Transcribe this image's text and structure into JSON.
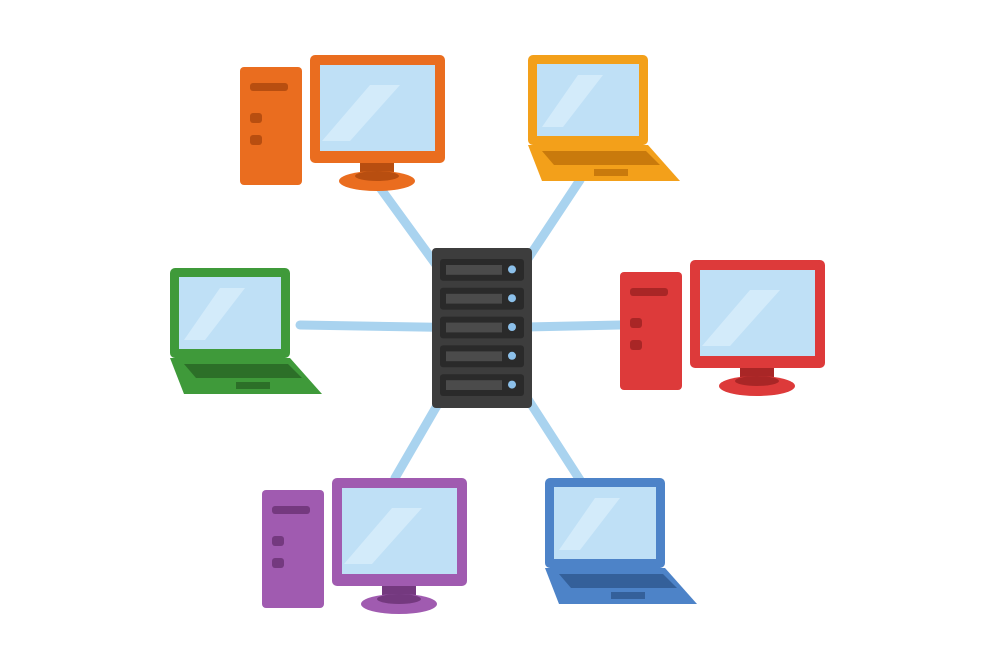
{
  "diagram": {
    "type": "star-network",
    "center": {
      "kind": "server-rack",
      "color": "#3d3d3d",
      "drive_bays": 5,
      "led_color": "#8cc0ea"
    },
    "link_color": "#a9d3ef",
    "screen_color": "#bfe0f6",
    "nodes": [
      {
        "id": "top-left",
        "kind": "desktop",
        "color": "#ea6d1f",
        "dark": "#b84e10"
      },
      {
        "id": "top-right",
        "kind": "laptop",
        "color": "#f3a01a",
        "dark": "#c97a0c"
      },
      {
        "id": "middle-left",
        "kind": "laptop",
        "color": "#3f9a3a",
        "dark": "#2c6f28"
      },
      {
        "id": "middle-right",
        "kind": "desktop",
        "color": "#dd3a3a",
        "dark": "#a92626"
      },
      {
        "id": "bottom-left",
        "kind": "desktop",
        "color": "#a05bb0",
        "dark": "#74397f"
      },
      {
        "id": "bottom-right",
        "kind": "laptop",
        "color": "#4d83c8",
        "dark": "#34609a"
      }
    ]
  }
}
